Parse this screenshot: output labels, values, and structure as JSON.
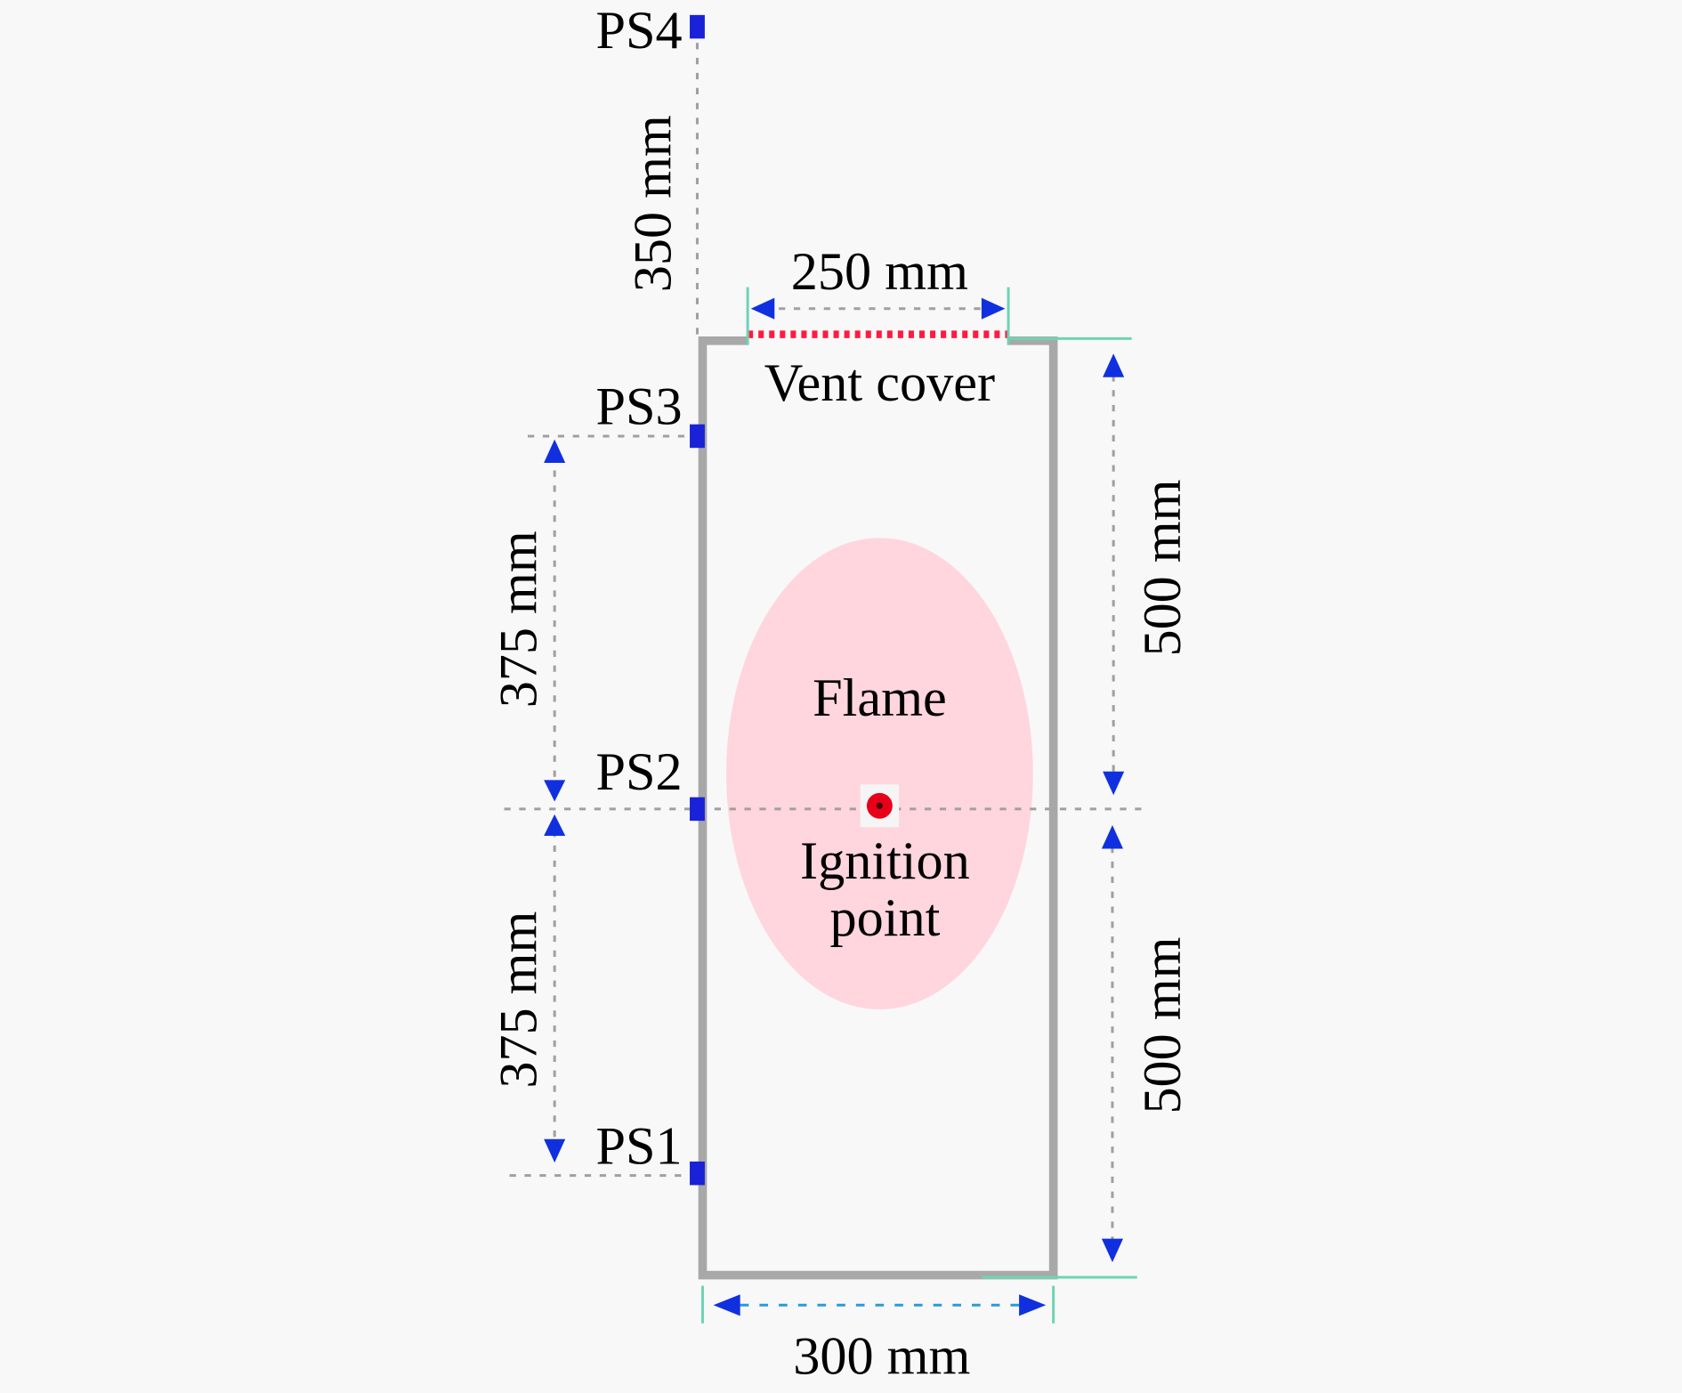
{
  "diagram": {
    "sensors": [
      {
        "id": "ps4",
        "label": "PS4"
      },
      {
        "id": "ps3",
        "label": "PS3"
      },
      {
        "id": "ps2",
        "label": "PS2"
      },
      {
        "id": "ps1",
        "label": "PS1"
      }
    ],
    "dimensions": {
      "ps4_to_top": "350 mm",
      "vent_width": "250 mm",
      "ps3_to_ps2": "375 mm",
      "ps2_to_ps1": "375 mm",
      "upper_height": "500 mm",
      "lower_height": "500 mm",
      "vessel_width": "300 mm"
    },
    "labels": {
      "vent_cover": "Vent cover",
      "flame": "Flame",
      "ignition_line1": "Ignition",
      "ignition_line2": "point"
    },
    "colors": {
      "vessel": "#a8a8a8",
      "vent": "#ff1a40",
      "flame": "#ffd5de",
      "sensor": "#1a22d8",
      "arrow": "#1030e0",
      "ignition": "#e8001a"
    }
  }
}
